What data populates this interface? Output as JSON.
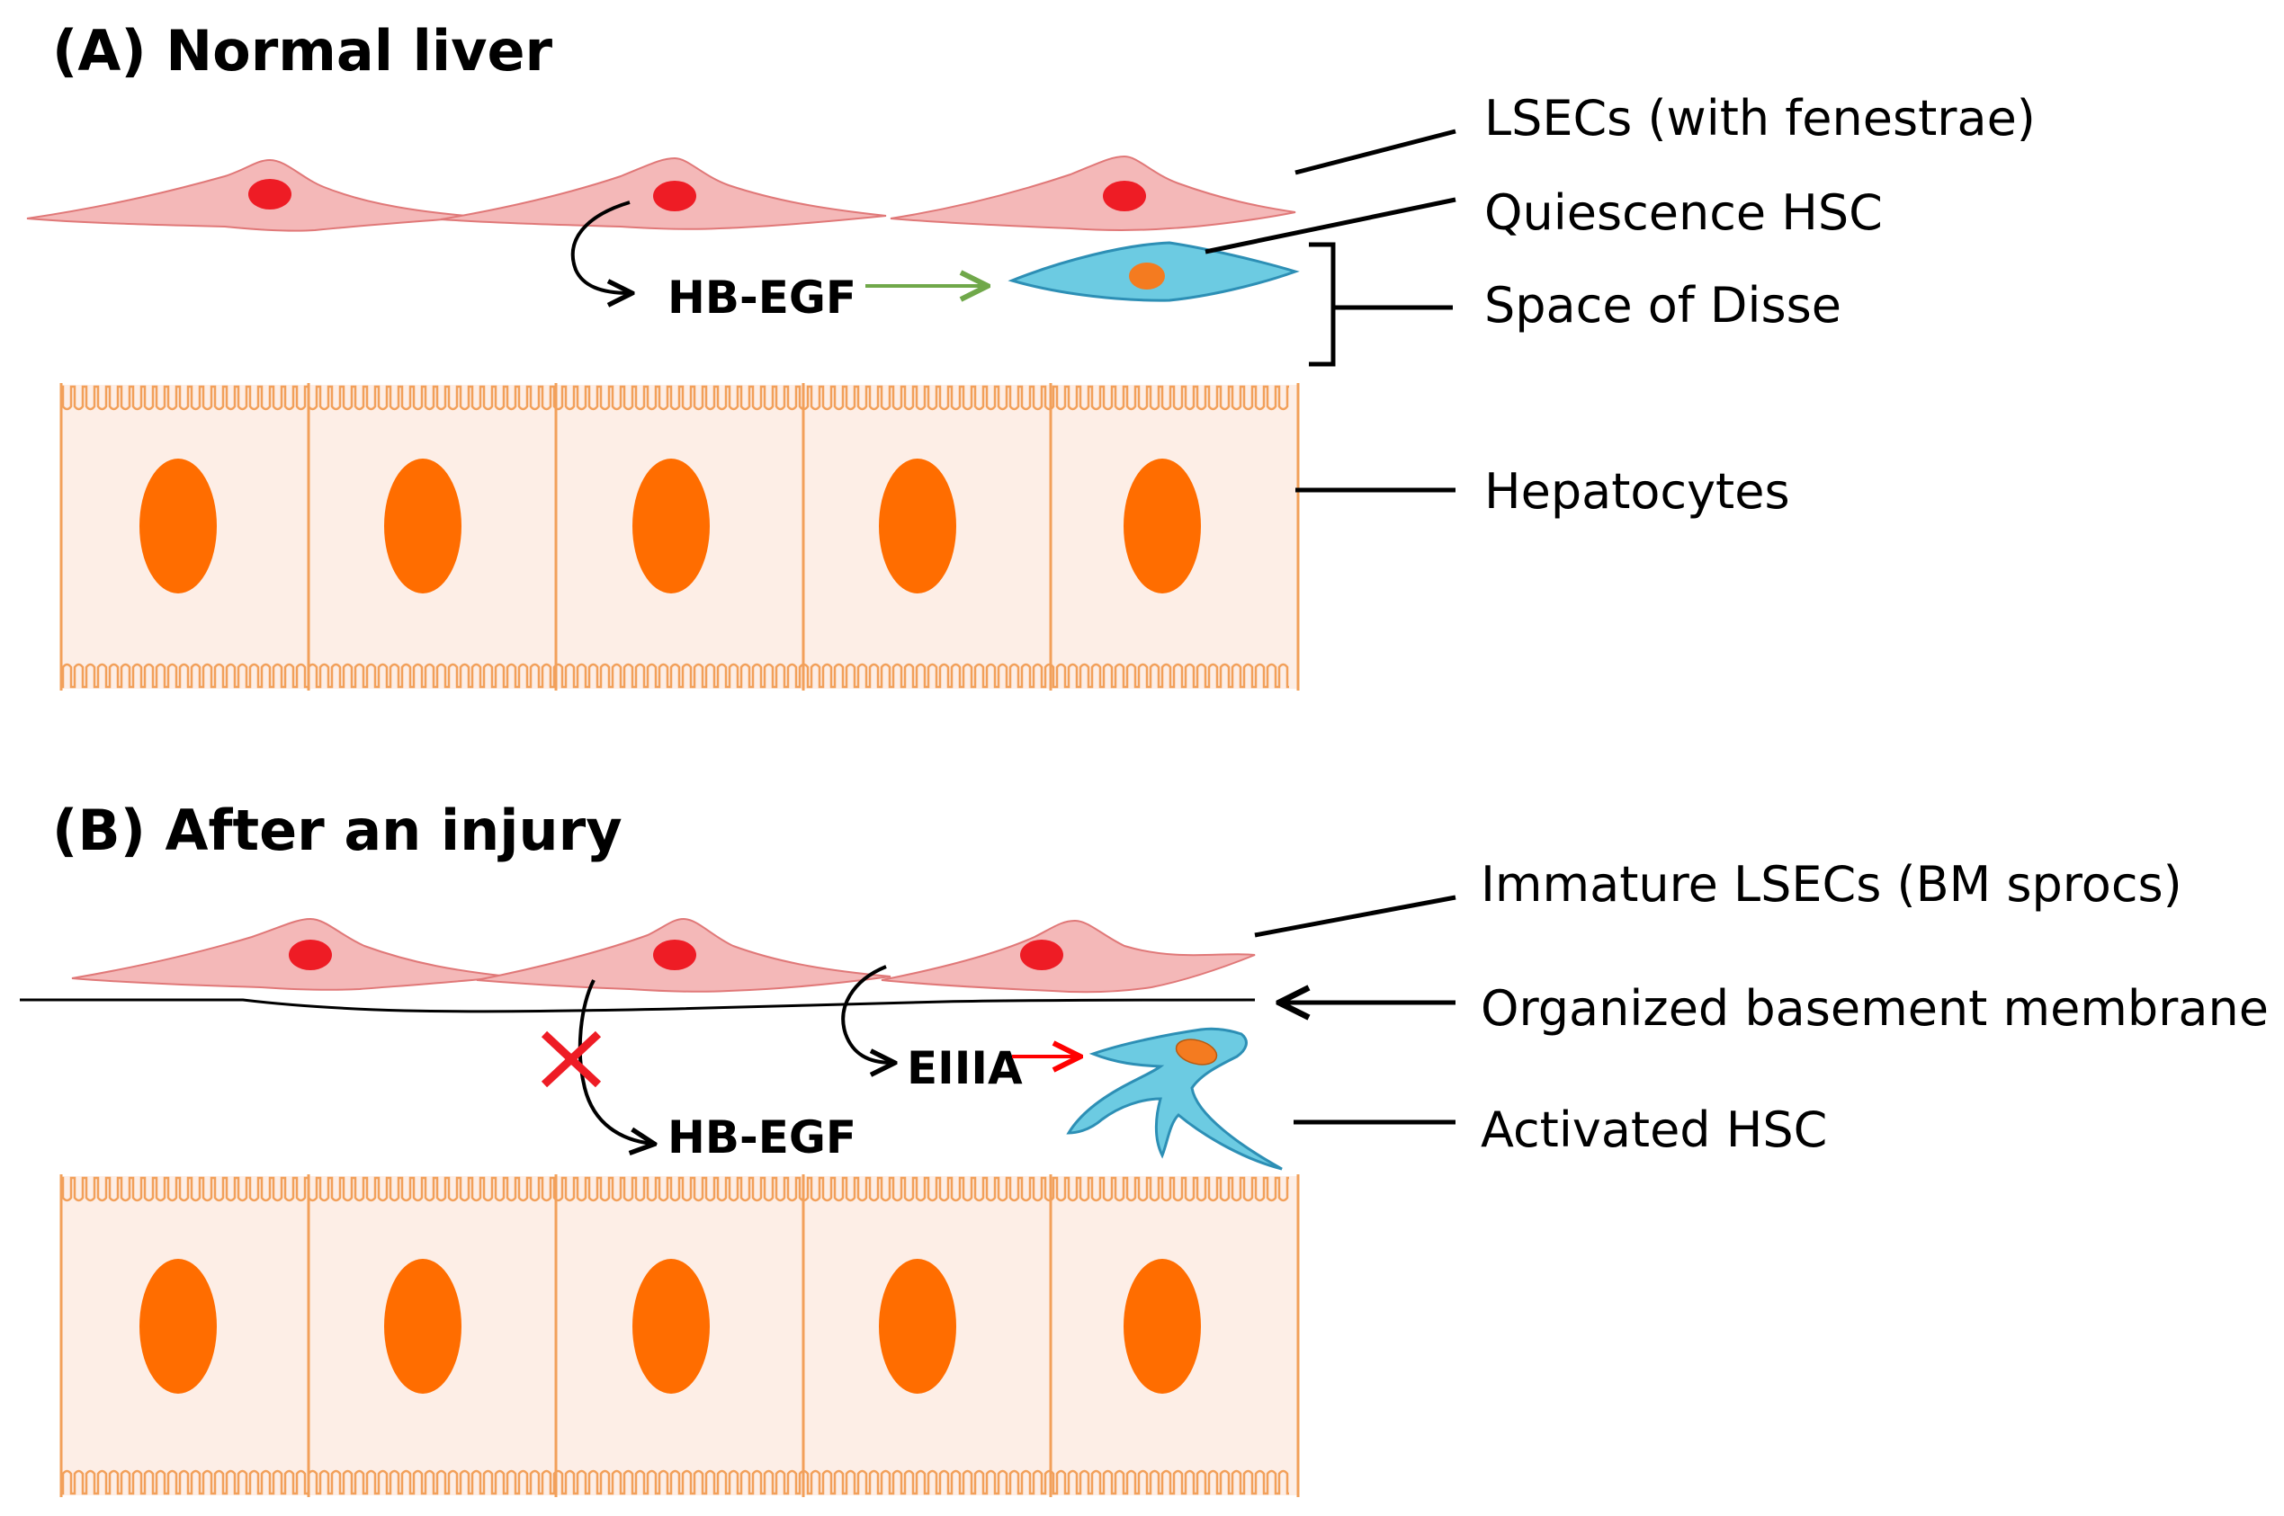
{
  "panel_a": {
    "title": "(A) Normal liver",
    "molecule": "HB-EGF",
    "labels": {
      "lsecs": "LSECs (with fenestrae)",
      "hsc": "Quiescence HSC",
      "disse": "Space of Disse",
      "hepatocytes": "Hepatocytes"
    }
  },
  "panel_b": {
    "title": "(B) After an injury",
    "molecule_blocked": "HB-EGF",
    "molecule_active": "EIIIA",
    "labels": {
      "lsecs": "Immature LSECs (BM sprocs)",
      "membrane": "Organized basement membrane",
      "hsc": "Activated HSC"
    }
  },
  "colors": {
    "lsec_fill": "#f4b8b8",
    "lsec_stroke": "#e07878",
    "lsec_nucleus": "#ee1c25",
    "hsc_fill": "#6ccbe2",
    "hsc_stroke": "#2d8fb5",
    "hsc_nucleus": "#f47b20",
    "hepatocyte_fill": "#fdeee6",
    "hepatocyte_stroke": "#f2a05a",
    "hepatocyte_nucleus": "#ff6d00",
    "green_arrow": "#70a84a",
    "red_arrow": "#ff0000",
    "block_mark": "#ee1c25"
  }
}
